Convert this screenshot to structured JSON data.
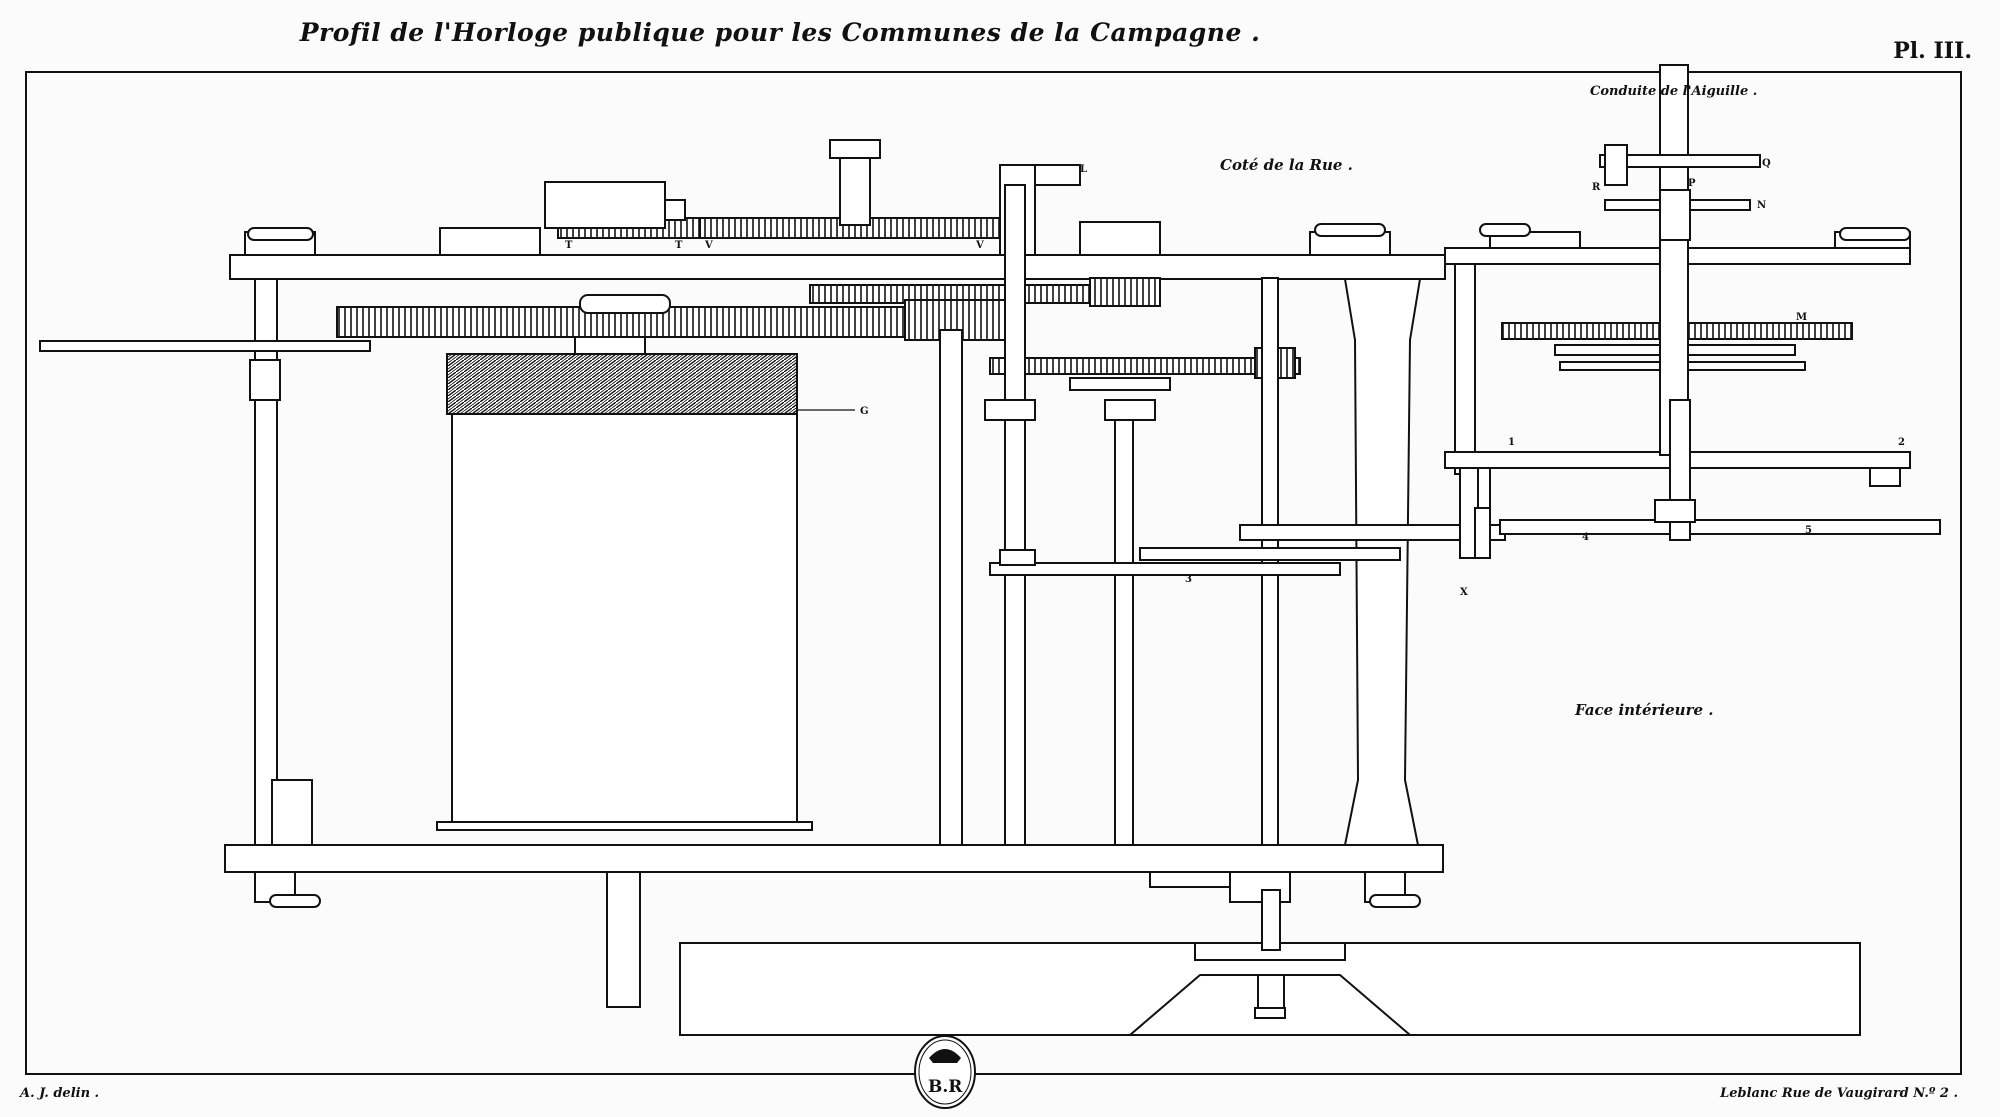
{
  "title": "Profil de l'Horloge publique pour les Communes de la Campagne .",
  "plate": "Pl. III.",
  "labels": {
    "cote_rue": "Coté de la Rue .",
    "conduite": "Conduite    de l'Aiguille .",
    "face": "Face intérieure ."
  },
  "letters": {
    "L": "L",
    "G": "G",
    "M": "M",
    "N": "N",
    "P": "P",
    "Q": "Q",
    "R": "R",
    "T1": "T",
    "T2": "T",
    "V1": "V",
    "V2": "V",
    "X": "X",
    "n1": "1",
    "n2": "2",
    "n3": "3",
    "n4": "4",
    "n5": "5"
  },
  "credits": {
    "left": "A. J. delin .",
    "right": "Leblanc Rue de Vaugirard N.º 2 ."
  },
  "stamp": "B.R"
}
